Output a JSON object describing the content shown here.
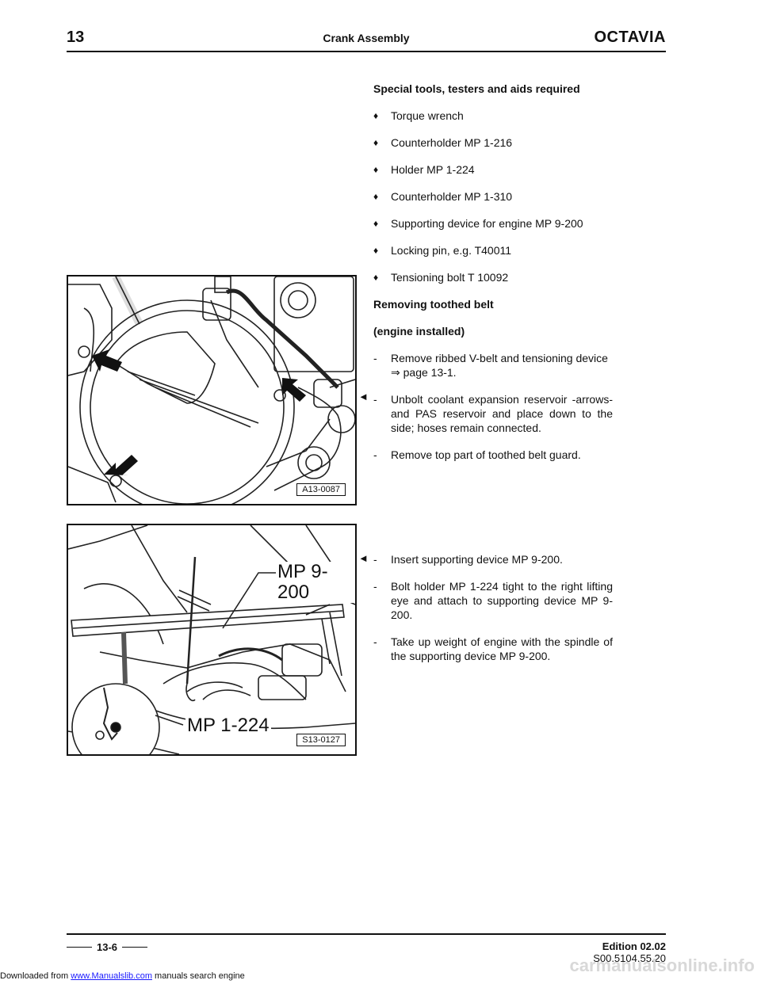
{
  "header": {
    "chapter": "13",
    "section": "Crank Assembly",
    "brand": "OCTAVIA"
  },
  "tools": {
    "heading": "Special tools, testers and aids required",
    "items": [
      "Torque wrench",
      "Counterholder MP 1-216",
      "Holder MP 1-224",
      "Counterholder MP 1-310",
      "Supporting device for engine MP 9-200",
      "Locking pin, e.g. T40011",
      "Tensioning bolt T 10092"
    ]
  },
  "removing": {
    "heading": "Removing toothed belt",
    "subheading": "(engine installed)",
    "steps": [
      "Remove ribbed V-belt and tensioning device",
      "page 13-1.",
      "Unbolt coolant expansion reservoir -arrows- and PAS reservoir and place down to the side; hoses remain connected.",
      "Remove top part of toothed belt guard."
    ]
  },
  "support": {
    "steps": [
      "Insert supporting device MP 9-200.",
      "Bolt holder MP 1-224 tight to the right lifting eye and attach to supporting device MP 9-200.",
      "Take up weight of engine with the spindle of the supporting device MP 9-200."
    ]
  },
  "figures": {
    "fig1_label": "A13-0087",
    "fig2_label": "S13-0127",
    "fig2_callout_top": "MP 9-200",
    "fig2_callout_bottom": "MP 1-224"
  },
  "glyphs": {
    "dash": "-",
    "bullet": "♦",
    "pointer": "◄",
    "arrow": "⇒"
  },
  "footer": {
    "page": "13-6",
    "edition": "Edition 02.02",
    "code": "S00.5104.55.20"
  },
  "download": {
    "prefix": "Downloaded from",
    "link": "www.Manualslib.com",
    "suffix": "manuals search engine"
  },
  "watermark": "carmanualsonline.info"
}
